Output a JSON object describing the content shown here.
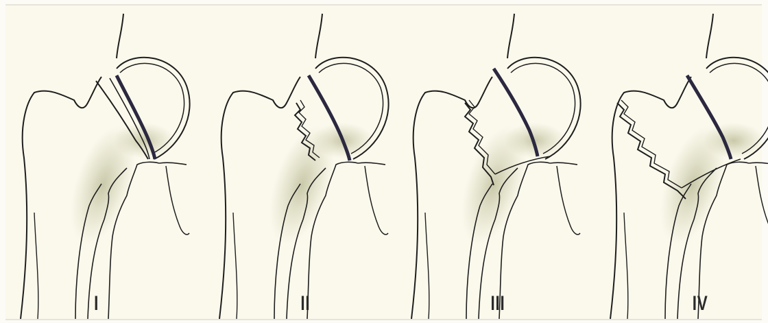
{
  "panels": [
    {
      "label": "I"
    },
    {
      "label": "II"
    },
    {
      "label": "III"
    },
    {
      "label": "IV"
    }
  ],
  "colors": {
    "background": "#fbf9ec",
    "outline": "#1e1e1e",
    "fracture_line": "#2c2840",
    "shading": "#c9c9a6"
  }
}
